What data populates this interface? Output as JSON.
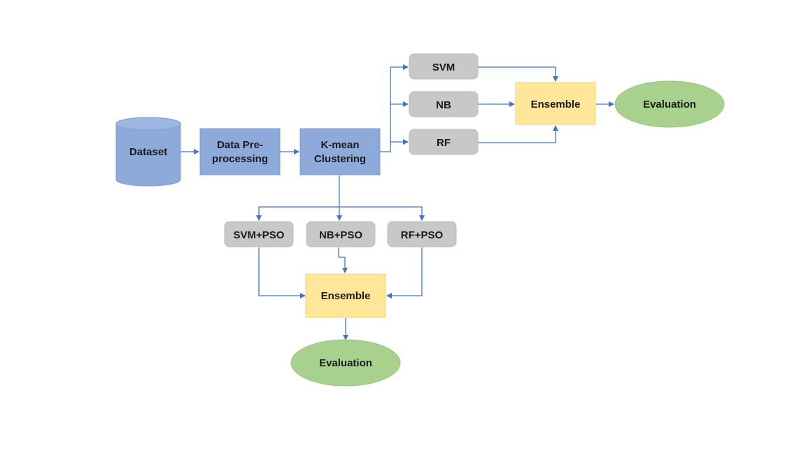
{
  "nodes": {
    "dataset": "Dataset",
    "preprocessing_line1": "Data Pre-",
    "preprocessing_line2": "processing",
    "kmeans_line1": "K-mean",
    "kmeans_line2": "Clustering",
    "svm": "SVM",
    "nb": "NB",
    "rf": "RF",
    "ensemble_top": "Ensemble",
    "evaluation_top": "Evaluation",
    "svm_pso": "SVM+PSO",
    "nb_pso": "NB+PSO",
    "rf_pso": "RF+PSO",
    "ensemble_bottom": "Ensemble",
    "evaluation_bottom": "Evaluation"
  },
  "colors": {
    "process_blue": "#8eaadb",
    "classifier_gray": "#c8c8c8",
    "ensemble_yellow": "#ffe699",
    "evaluation_green": "#a9d18e",
    "connector_blue": "#4472c4"
  }
}
